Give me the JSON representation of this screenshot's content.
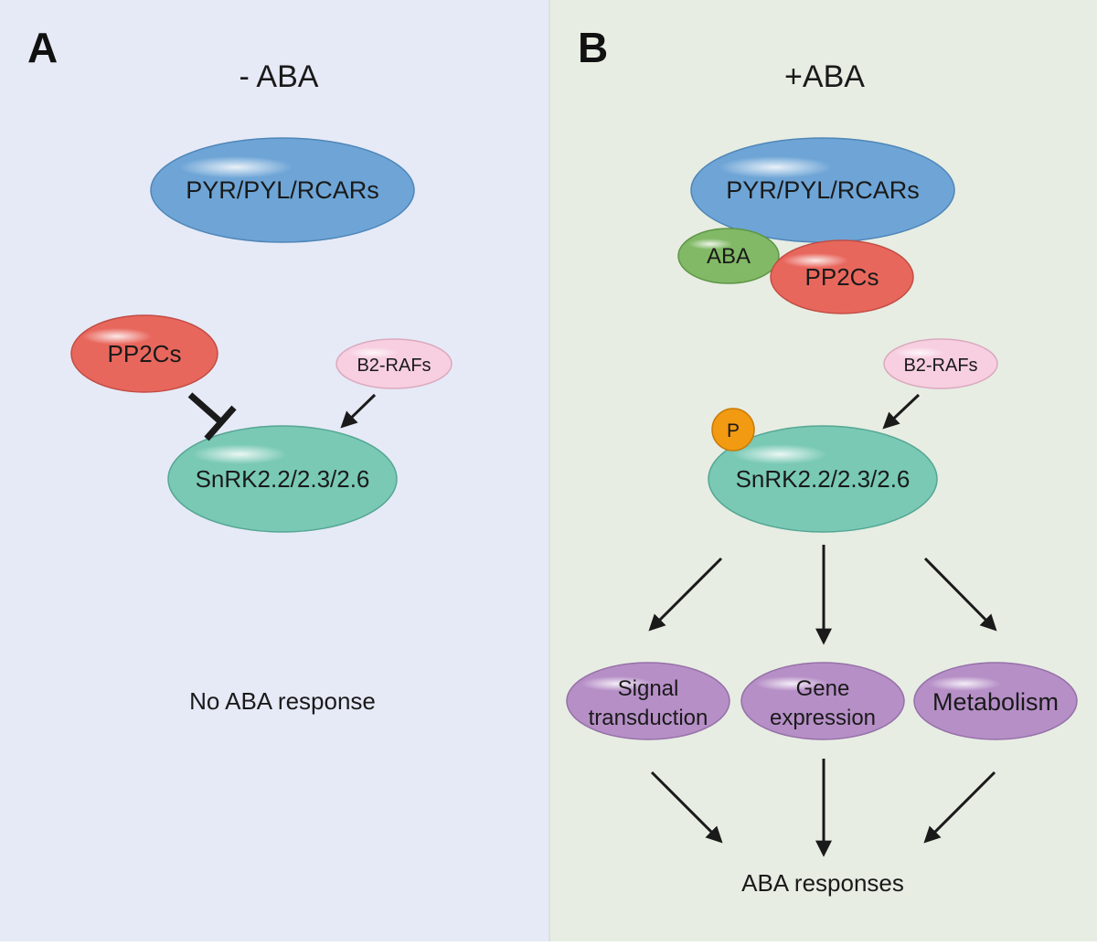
{
  "panel_a": {
    "letter": "A",
    "condition": "- ABA",
    "receptor": "PYR/PYL/RCARs",
    "phosphatase": "PP2Cs",
    "raf": "B2-RAFs",
    "kinase": "SnRK2.2/2.3/2.6",
    "outcome": "No ABA response"
  },
  "panel_b": {
    "letter": "B",
    "condition": "+ABA",
    "receptor": "PYR/PYL/RCARs",
    "ligand": "ABA",
    "phosphatase": "PP2Cs",
    "raf": "B2-RAFs",
    "phospho": "P",
    "kinase": "SnRK2.2/2.3/2.6",
    "outputs": [
      {
        "line1": "Signal",
        "line2": "transduction"
      },
      {
        "line1": "Gene",
        "line2": "expression"
      },
      {
        "line1": "Metabolism",
        "line2": ""
      }
    ],
    "outcome": "ABA responses"
  },
  "colors": {
    "panel_a_bg": "#e6eaf7",
    "panel_b_bg": "#e7ede3",
    "receptor": "#6ea5d6",
    "phosphatase": "#e8675d",
    "raf": "#f7cfe0",
    "kinase": "#79c9b5",
    "ligand": "#82b966",
    "phospho": "#f29a12",
    "output": "#b68fc7"
  }
}
